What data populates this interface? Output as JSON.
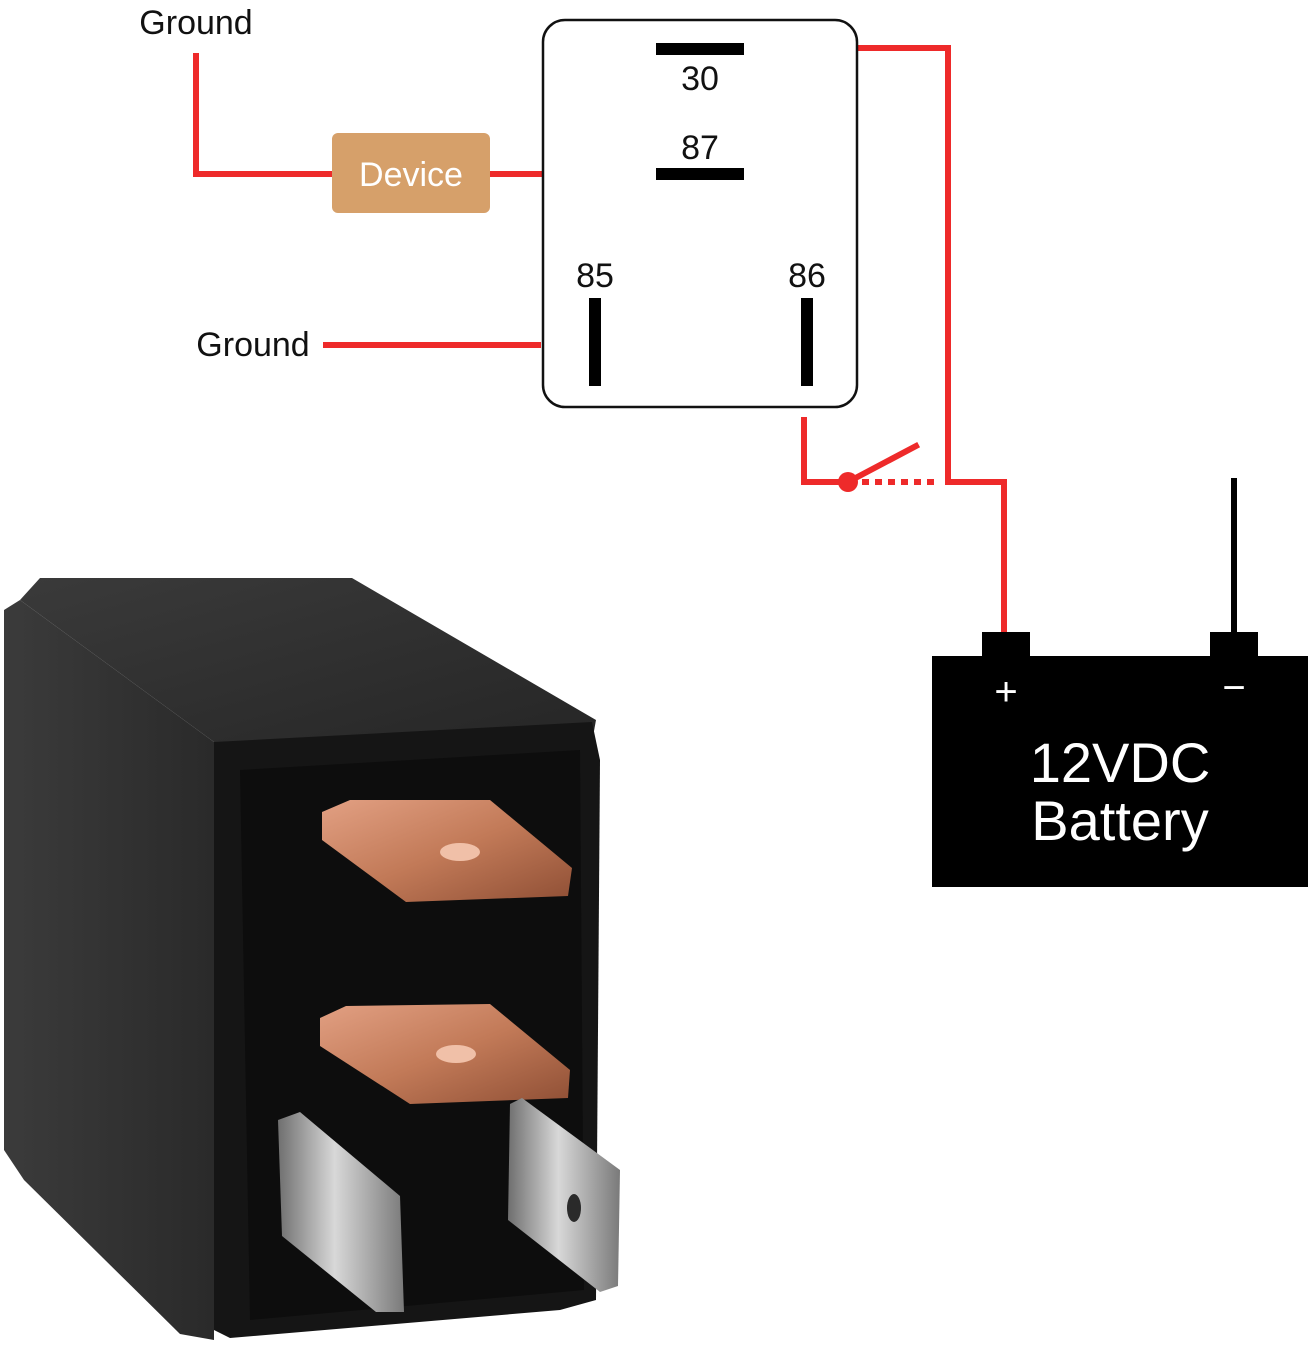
{
  "colors": {
    "wire": "#ee2a2a",
    "device_fill": "#d6a06a",
    "device_text": "#ffffff",
    "battery_fill": "#000000",
    "battery_text": "#ffffff",
    "relay_body": "#1c1c1c",
    "copper_terminal": "#c07a58",
    "silver_terminal": "#a9a9a9"
  },
  "labels": {
    "ground_top": "Ground",
    "ground_mid": "Ground",
    "device": "Device"
  },
  "relay": {
    "pins": {
      "p30": "30",
      "p87": "87",
      "p85": "85",
      "p86": "86"
    }
  },
  "battery": {
    "plus": "+",
    "minus": "−",
    "line1": "12VDC",
    "line2": "Battery"
  },
  "switch": {
    "icon": "switch-icon"
  },
  "photo": {
    "icon": "relay-photo"
  }
}
